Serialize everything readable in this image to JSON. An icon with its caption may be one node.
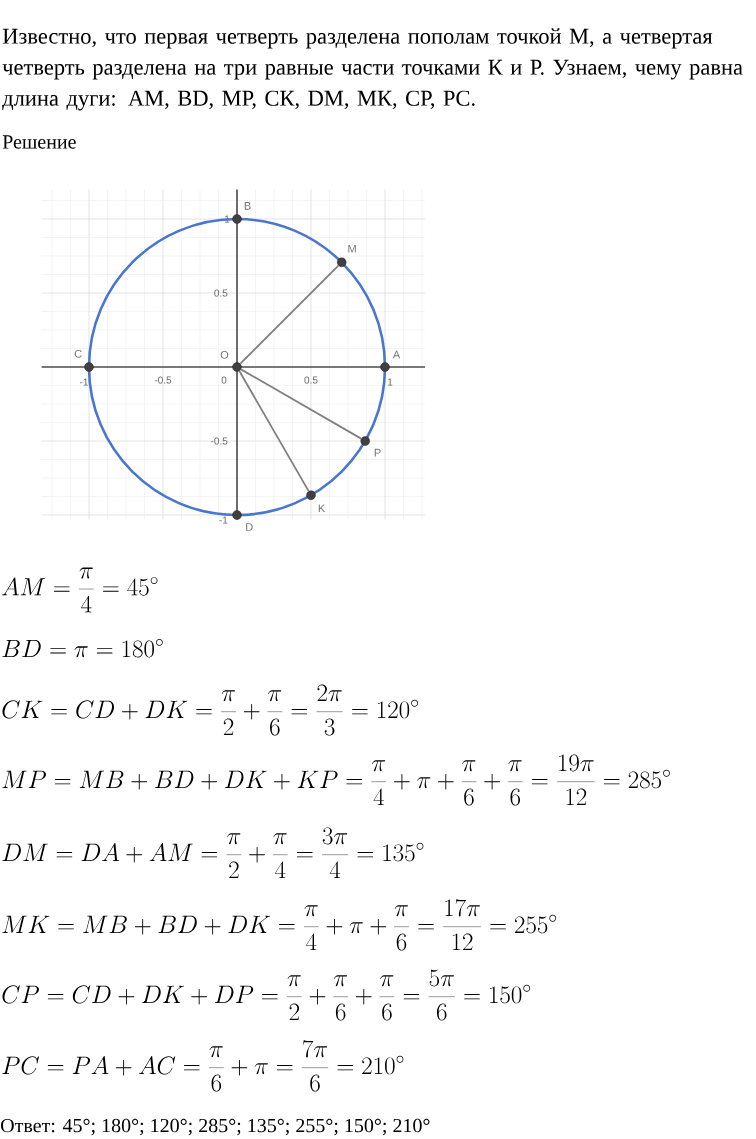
{
  "diagram": {
    "nodes": [
      {
        "text": [
          "B"
        ]
      },
      {
        "text": [
          "M"
        ]
      },
      {
        "text": [
          "C"
        ]
      },
      {
        "text": [
          "O"
        ]
      },
      {
        "text": [
          "A"
        ]
      },
      {
        "text": [
          "P"
        ]
      },
      {
        "text": [
          "K"
        ]
      },
      {
        "text": [
          "D"
        ]
      }
    ],
    "edges": [
      {
        "from": 3,
        "to": 1,
        "arrow": "none"
      },
      {
        "from": 3,
        "to": 5,
        "arrow": "none"
      },
      {
        "from": 3,
        "to": 6,
        "arrow": "none"
      }
    ],
    "labels": [
      "Известно, что первая четверть разделена пополам точкой М, а четвертая четверть разделена на три равные части точками К и Р. Узнаем, чему равна длина дуги: АМ, BD, МР, СК, DM, МК, СР, PC.",
      "Решение",
      "1",
      "0.5",
      "-1",
      "-0.5",
      "0",
      "0.5",
      "1",
      "-0.5",
      "-1",
      "AM=\\frac{\\pi}{4}=45^\\circ",
      "BD=\\pi=180^\\circ",
      "CK=CD+DK=\\frac{\\pi}{2}+\\frac{\\pi}{6}=\\frac{2\\pi}{3}=120^\\circ",
      "MP=MB+BD+DK+KP=\\frac{\\pi}{4}+\\pi+\\frac{\\pi}{6}+\\frac{\\pi}{6}=\\frac{19\\pi}{12}=285^\\circ",
      "DM=DA+AM=\\frac{\\pi}{2}+\\frac{\\pi}{4}=\\frac{3\\pi}{4}=135^\\circ",
      "MK=MB+BD+DK=\\frac{\\pi}{4}+\\pi+\\frac{\\pi}{6}=\\frac{17\\pi}{12}=255^\\circ",
      "CP=CD+DK+DP=\\frac{\\pi}{2}+\\frac{\\pi}{6}+\\frac{\\pi}{6}=\\frac{5\\pi}{6}=150^\\circ",
      "PC=PA+AC=\\frac{\\pi}{6}+\\pi=\\frac{7\\pi}{6}=210^\\circ",
      "Ответ: 45°; 180°; 120°; 285°; 135°; 255°; 150°; 210°"
    ]
  }
}
